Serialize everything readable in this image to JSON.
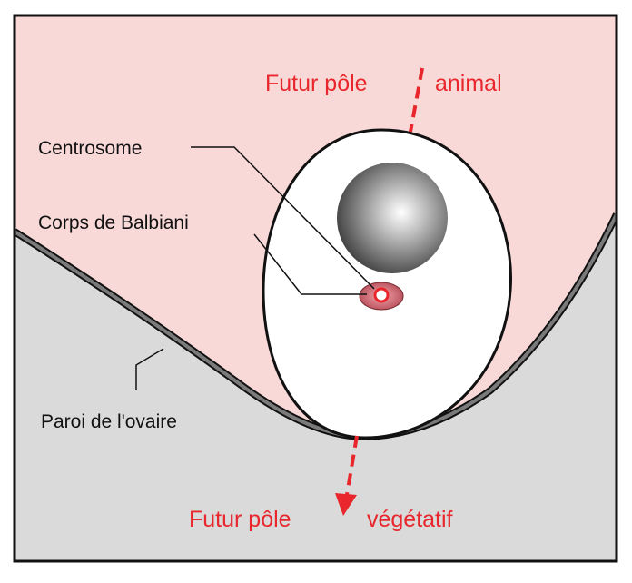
{
  "labels": {
    "animal_pole_left": "Futur pôle",
    "animal_pole_right": "animal",
    "vegetal_pole_left": "Futur pôle",
    "vegetal_pole_right": "végétatif",
    "centrosome": "Centrosome",
    "balbiani_body": "Corps de Balbiani",
    "ovary_wall": "Paroi de l'ovaire"
  },
  "colors": {
    "upper_background": "#f8d9d8",
    "lower_background": "#dadada",
    "frame": "#111111",
    "egg_fill": "#ffffff",
    "nucleus_gradient_light": "#ffffff",
    "nucleus_gradient_dark": "#3b3b3b",
    "axis_red": "#e8262b",
    "balbiani_fill": "#c7505a"
  }
}
